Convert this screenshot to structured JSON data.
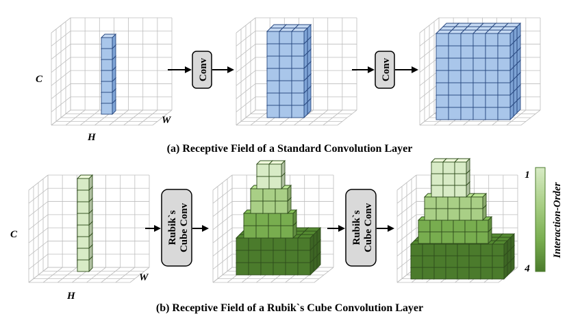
{
  "top": {
    "caption": "(a) Receptive Field of a Standard Convolution Layer",
    "op_label": "Conv",
    "axis": {
      "c": "C",
      "h": "H",
      "w": "W"
    }
  },
  "bottom": {
    "caption": "(b) Receptive Field of a Rubik`s Cube Convolution Layer",
    "op_line1": "Rubik`s",
    "op_line2": "Cube Conv",
    "axis": {
      "c": "C",
      "h": "H",
      "w": "W"
    }
  },
  "legend": {
    "title": "Interaction-Order",
    "top_value": "1",
    "bottom_value": "4"
  },
  "colors": {
    "blue_front": "#a9c6ea",
    "blue_top": "#c6daf3",
    "blue_side": "#7ea3d5",
    "blue_edge": "#27477f",
    "order1": "#d8ebc6",
    "order2": "#a9cf86",
    "order3": "#78ad4f",
    "order4": "#4b7b2c",
    "green_edge": "#2f4d1c",
    "grid": "#bdbdbd"
  }
}
